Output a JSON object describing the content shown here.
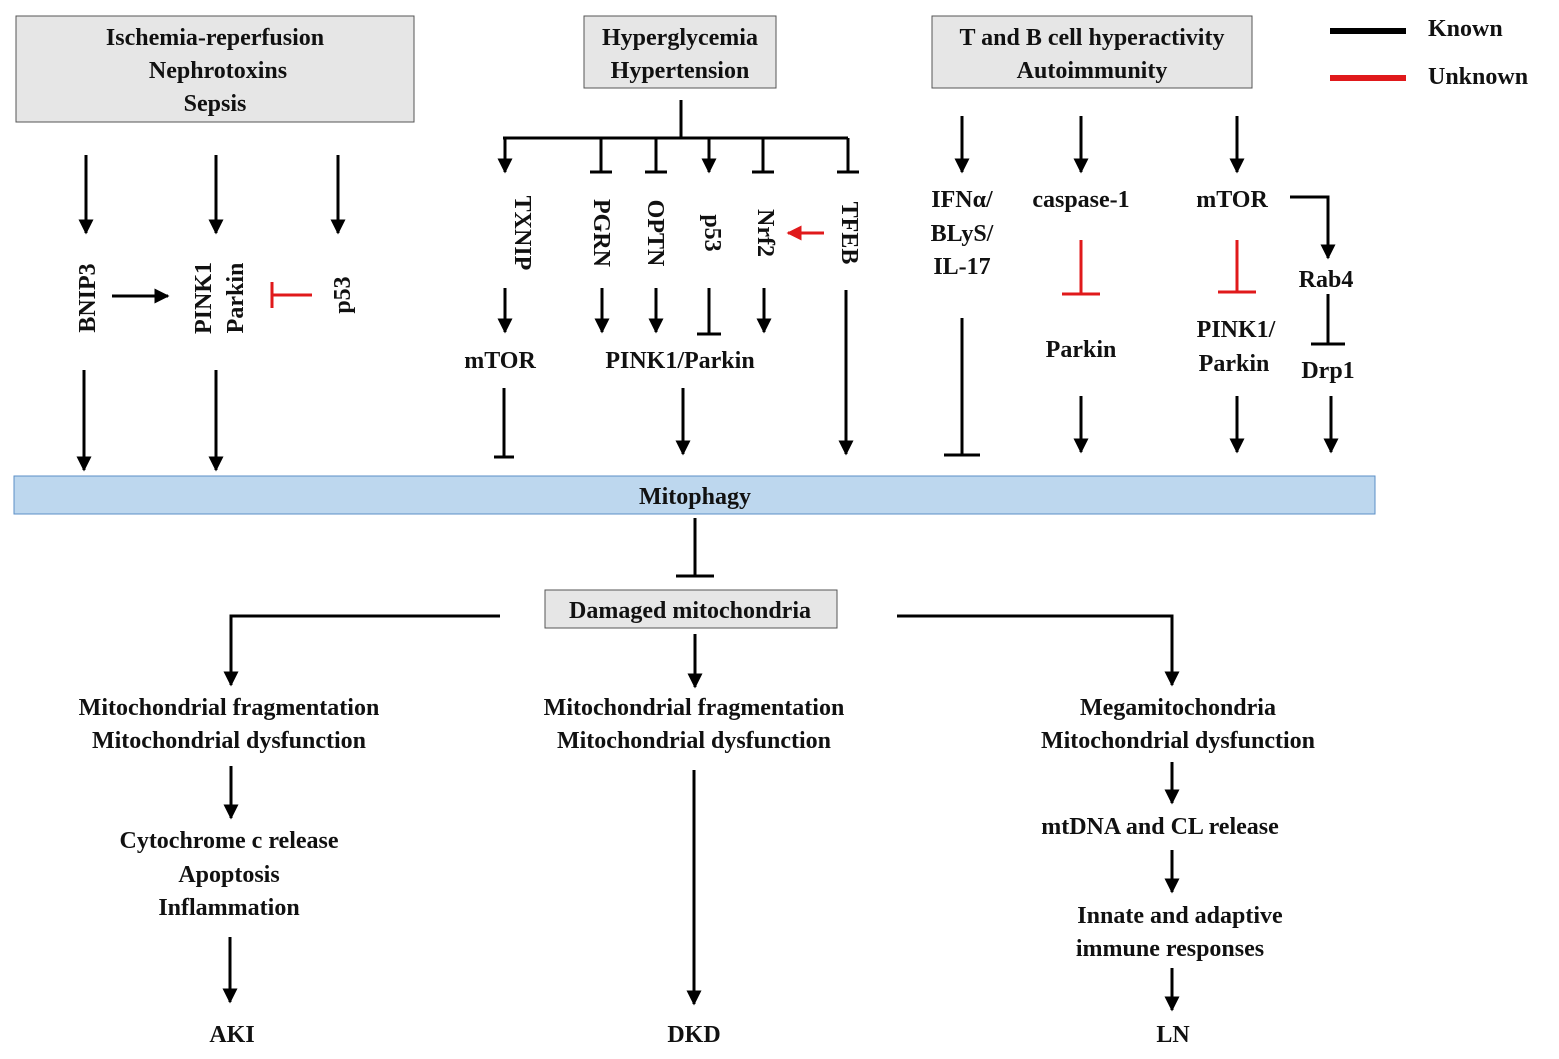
{
  "colors": {
    "known": "#000000",
    "unknown": "#e0191b",
    "box_fill": "#e6e6e6",
    "mitophagy_fill": "#bdd7ee"
  },
  "legend": {
    "known": "Known",
    "unknown": "Unknown"
  },
  "triggers": {
    "aki_line1": "Ischemia-reperfusion",
    "aki_line2": "Nephrotoxins",
    "aki_line3": "Sepsis",
    "dkd_line1": "Hyperglycemia",
    "dkd_line2": "Hypertension",
    "ln_line1": "T and B cell hyperactivity",
    "ln_line2": "Autoimmunity"
  },
  "aki_mediators": {
    "bnip3": "BNIP3",
    "pink1": "PINK1",
    "parkin": "Parkin",
    "p53": "p53"
  },
  "dkd_mediators": {
    "txnip": "TXNIP",
    "pgrn": "PGRN",
    "optn": "OPTN",
    "p53": "p53",
    "nrf2": "Nrf2",
    "tfeb": "TFEB",
    "mtor": "mTOR",
    "pink1_parkin": "PINK1/Parkin"
  },
  "ln_mediators": {
    "ifn_line1": "IFNα/",
    "ifn_line2": "BLyS/",
    "ifn_line3": "IL-17",
    "caspase1": "caspase-1",
    "parkin": "Parkin",
    "mtor": "mTOR",
    "pink1_line1": "PINK1/",
    "pink1_line2": "Parkin",
    "rab4": "Rab4",
    "drp1": "Drp1"
  },
  "mitophagy": "Mitophagy",
  "damaged": "Damaged mitochondria",
  "outcomes": {
    "aki_effect1": "Mitochondrial fragmentation",
    "aki_effect2": "Mitochondrial dysfunction",
    "aki_cascade1": "Cytochrome c release",
    "aki_cascade2": "Apoptosis",
    "aki_cascade3": "Inflammation",
    "aki": "AKI",
    "dkd_effect1": "Mitochondrial fragmentation",
    "dkd_effect2": "Mitochondrial dysfunction",
    "dkd": "DKD",
    "ln_effect1": "Megamitochondria",
    "ln_effect2": "Mitochondrial dysfunction",
    "ln_cascade1": "mtDNA and CL release",
    "ln_cascade2": "Innate and adaptive",
    "ln_cascade3": "immune responses",
    "ln": "LN"
  }
}
